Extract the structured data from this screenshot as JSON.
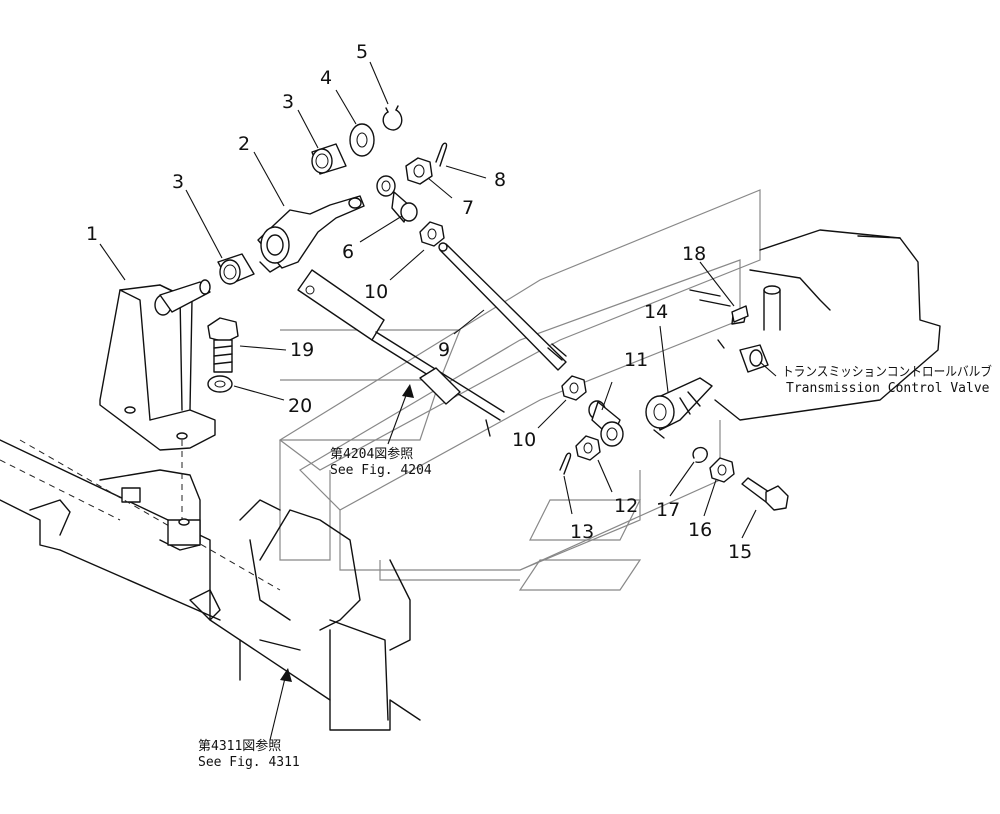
{
  "callouts": {
    "c1": "1",
    "c2": "2",
    "c3a": "3",
    "c3b": "3",
    "c4": "4",
    "c5": "5",
    "c6": "6",
    "c7": "7",
    "c8": "8",
    "c9": "9",
    "c10a": "10",
    "c10b": "10",
    "c11": "11",
    "c12": "12",
    "c13": "13",
    "c14": "14",
    "c15": "15",
    "c16": "16",
    "c17": "17",
    "c18": "18",
    "c19": "19",
    "c20": "20"
  },
  "refs": {
    "fig4204_jp": "第4204図参照",
    "fig4204_en": "See Fig. 4204",
    "fig4311_jp": "第4311図参照",
    "fig4311_en": "See Fig. 4311",
    "valve_jp": "トランスミッションコントロールバルブ",
    "valve_en": "Transmission Control Valve"
  }
}
